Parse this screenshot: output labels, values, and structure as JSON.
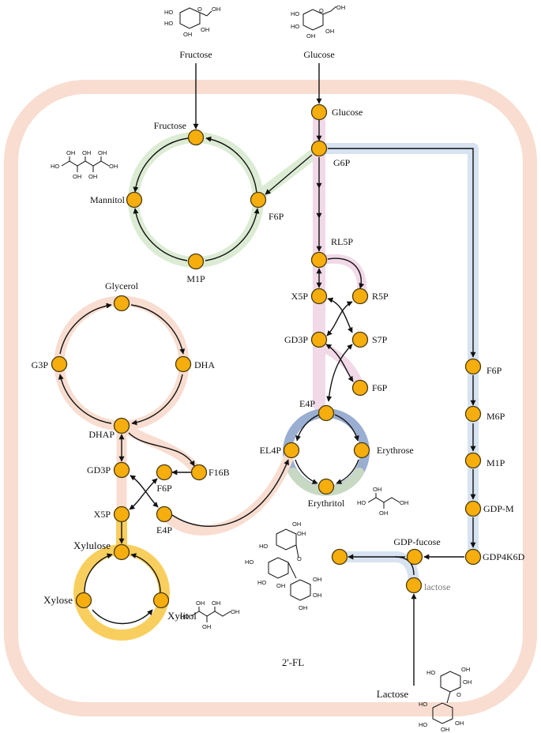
{
  "colors": {
    "cell": "#f8ddd0",
    "green": "#dcecd4",
    "pink": "#f1d9e8",
    "blue": "#d7e3f1",
    "peach": "#f8ddd0",
    "yellow": "#f8cf5f",
    "navy": "#9aaed2",
    "node": "#f5ae0d"
  },
  "external": {
    "fructose": "Fructose",
    "glucose": "Glucose",
    "lactose": "Lactose"
  },
  "nodes": {
    "glucose": "Glucose",
    "g6p": "G6P",
    "fructose": "Fructose",
    "f6p_top": "F6P",
    "mannitol": "Mannitol",
    "m1p_top": "M1P",
    "rl5p": "RL5P",
    "x5p_ppp": "X5P",
    "r5p": "R5P",
    "gd3p_ppp": "GD3P",
    "s7p": "S7P",
    "f6p_ppp": "F6P",
    "e4p_ppp": "E4P",
    "el4p": "EL4P",
    "erythrose": "Erythrose",
    "erythritol": "Erythritol",
    "glycerol": "Glycerol",
    "g3p": "G3P",
    "dha": "DHA",
    "dhap": "DHAP",
    "f16b": "F16B",
    "gd3p_left": "GD3P",
    "f6p_left": "F6P",
    "x5p_left": "X5P",
    "e4p_left": "E4P",
    "xylulose": "Xylulose",
    "xylose": "Xylose",
    "xylitol": "Xylitol",
    "f6p_right": "F6P",
    "m6p": "M6P",
    "m1p_right": "M1P",
    "gdpm": "GDP-M",
    "gdp4k6d": "GDP4K6D",
    "gdp_fucose": "GDP-fucose",
    "lactose_in": "lactose",
    "two_fl": "2'-FL"
  },
  "chem": {
    "ho": "HO",
    "oh": "OH",
    "o": "O"
  }
}
